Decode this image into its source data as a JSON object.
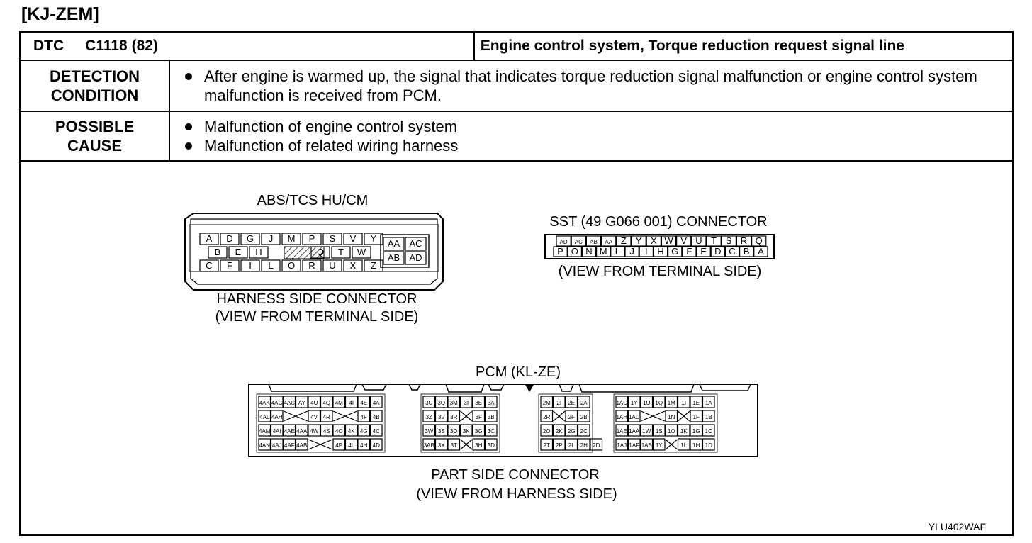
{
  "heading": "[KJ-ZEM]",
  "dtc": {
    "label": "DTC",
    "code": "C1118 (82)",
    "title": "Engine control system, Torque reduction request signal line"
  },
  "detection": {
    "label_line1": "DETECTION",
    "label_line2": "CONDITION",
    "items": [
      "After engine is warmed up, the signal that indicates torque reduction signal malfunction or engine control system malfunction is received from PCM."
    ]
  },
  "cause": {
    "label_line1": "POSSIBLE",
    "label_line2": "CAUSE",
    "items": [
      "Malfunction of engine control system",
      "Malfunction of related wiring harness"
    ]
  },
  "diagram": {
    "abs_connector": {
      "title": "ABS/TCS HU/CM",
      "caption_line1": "HARNESS SIDE CONNECTOR",
      "caption_line2": "(VIEW FROM TERMINAL SIDE)",
      "rows": [
        [
          "A",
          "D",
          "G",
          "J",
          "M",
          "P",
          "S",
          "V",
          "Y"
        ],
        [
          "B",
          "E",
          "H",
          "",
          "",
          "Q",
          "T",
          "W"
        ],
        [
          "C",
          "F",
          "I",
          "L",
          "O",
          "R",
          "U",
          "X",
          "Z"
        ]
      ],
      "block": [
        [
          "AA",
          "AC"
        ],
        [
          "AB",
          "AD"
        ]
      ]
    },
    "sst_connector": {
      "title": "SST (49 G066 001) CONNECTOR",
      "caption": "(VIEW FROM TERMINAL SIDE)",
      "rows": [
        [
          "AD",
          "AC",
          "AB",
          "AA",
          "Z",
          "Y",
          "X",
          "W",
          "V",
          "U",
          "T",
          "S",
          "R",
          "Q"
        ],
        [
          "P",
          "O",
          "N",
          "M",
          "L",
          "J",
          "I",
          "H",
          "G",
          "F",
          "E",
          "D",
          "C",
          "B",
          "A"
        ]
      ]
    },
    "pcm_connector": {
      "title": "PCM (KL-ZE)",
      "caption_line1": "PART SIDE CONNECTOR",
      "caption_line2": "(VIEW FROM HARNESS SIDE)",
      "groups": [
        [
          [
            "4AK",
            "4AG",
            "4AC",
            "AY",
            "4U",
            "4Q",
            "4M",
            "4I",
            "4E",
            "4A"
          ],
          [
            "4AL",
            "4AH",
            "",
            "",
            "4V",
            "4R",
            "",
            "",
            "4F",
            "4B"
          ],
          [
            "4AM",
            "4AI",
            "4AE",
            "4AA",
            "4W",
            "4S",
            "4O",
            "4K",
            "4G",
            "4C"
          ],
          [
            "4AN",
            "4AJ",
            "4AF",
            "4AB",
            "",
            "",
            "4P",
            "4L",
            "4H",
            "4D"
          ]
        ],
        [
          [
            "3U",
            "3Q",
            "3M",
            "3I",
            "3E",
            "3A"
          ],
          [
            "3Z",
            "3V",
            "3R",
            "",
            "3F",
            "3B"
          ],
          [
            "3W",
            "3S",
            "3O",
            "3K",
            "3G",
            "3C"
          ],
          [
            "3AB",
            "3X",
            "3T",
            "",
            "3H",
            "3D"
          ]
        ],
        [
          [
            "2M",
            "2I",
            "2E",
            "2A"
          ],
          [
            "2R",
            "",
            "2F",
            "2B"
          ],
          [
            "2O",
            "2K",
            "2G",
            "2C"
          ],
          [
            "2T",
            "2P",
            "2L",
            "2H",
            "2D"
          ]
        ],
        [
          [
            "1AC",
            "1Y",
            "1U",
            "1Q",
            "1M",
            "1I",
            "1E",
            "1A"
          ],
          [
            "1AH",
            "1AD",
            "",
            "",
            "1N",
            "",
            "1F",
            "1B"
          ],
          [
            "1AE",
            "1AA",
            "1W",
            "1S",
            "1O",
            "1K",
            "1G",
            "1C"
          ],
          [
            "1AJ",
            "1AF",
            "1AB",
            "1Y",
            "",
            "1L",
            "1H",
            "1D"
          ]
        ]
      ]
    },
    "figure_ref": "YLU402WAF"
  }
}
